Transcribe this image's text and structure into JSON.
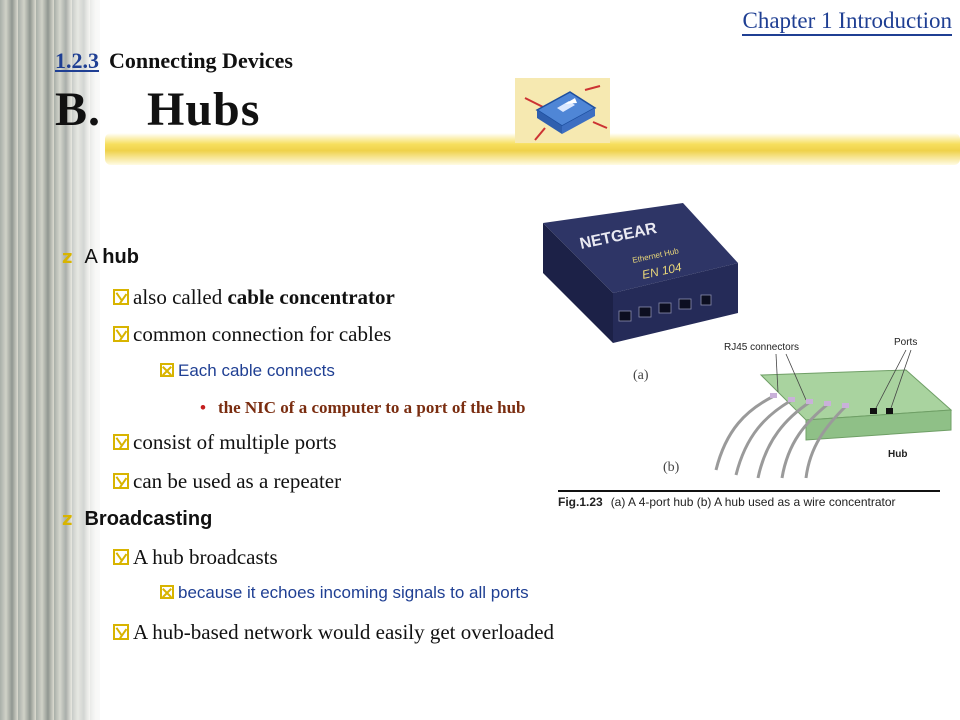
{
  "header": {
    "chapter": "Chapter 1  Introduction",
    "section_number": "1.2.3",
    "section_title": "Connecting Devices",
    "title_letter": "B.",
    "title_text": "Hubs"
  },
  "bullets": [
    {
      "level": 1,
      "prefix": "A ",
      "bold": "hub",
      "suffix": ""
    },
    {
      "level": 2,
      "prefix": "also called ",
      "bold": "cable concentrator",
      "suffix": ""
    },
    {
      "level": 2,
      "prefix": "common connection for cables",
      "bold": "",
      "suffix": ""
    },
    {
      "level": 3,
      "prefix": "Each cable connects",
      "bold": "",
      "suffix": ""
    },
    {
      "level": 4,
      "prefix": "the NIC of a computer to a port of the hub",
      "bold": "",
      "suffix": ""
    },
    {
      "level": 2,
      "prefix": "consist of multiple ports",
      "bold": "",
      "suffix": ""
    },
    {
      "level": 2,
      "prefix": "can be used as a repeater",
      "bold": "",
      "suffix": ""
    },
    {
      "level": 1,
      "prefix": "",
      "bold": "Broadcasting",
      "suffix": ""
    },
    {
      "level": 2,
      "prefix": "A hub broadcasts",
      "bold": "",
      "suffix": ""
    },
    {
      "level": 3,
      "prefix": "because it echoes incoming signals to all ports",
      "bold": "",
      "suffix": ""
    },
    {
      "level": 2,
      "prefix": "A hub-based network would easily get overloaded",
      "bold": "",
      "suffix": ""
    }
  ],
  "figure": {
    "brand": "NETGEAR",
    "model": "EN 104",
    "product_line": "Ethernet Hub",
    "caption_a": "(a)",
    "caption_b": "(b)",
    "label_rj45": "RJ45 connectors",
    "label_ports": "Ports",
    "label_hub": "Hub",
    "fig_number": "Fig.1.23",
    "fig_text": "(a)  A 4-port hub  (b) A hub used as a wire concentrator"
  },
  "colors": {
    "accent": "#1f3f93",
    "bullet_marker": "#d8b400",
    "stripe": "#efd24a"
  }
}
